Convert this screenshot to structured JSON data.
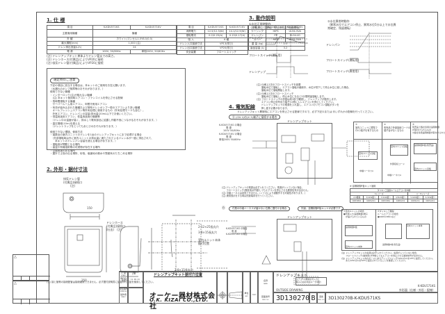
{
  "sections": {
    "spec": {
      "title": "1. 仕 様",
      "table_left": {
        "header": [
          "項 目",
          "K-KDU571KS",
          "K-KDU571KV"
        ],
        "rows": [
          [
            "主要適用機種",
            "機種",
            ""
          ],
          [
            "外 観",
            "ホワイト(マンセル1.5Y8.5/0.5)",
            ""
          ],
          [
            "最大揚程(mm)",
            "1,000 (注)",
            ""
          ],
          [
            "ドレン排出流量(L/h)",
            "24",
            ""
          ],
          [
            "電 源",
            "100V, 50/60Hz",
            "単相200V, 50/60Hz"
          ]
        ]
      },
      "table_mid": {
        "header": [
          "項 目",
          "K-KDU571KS",
          "K-KDU571KV"
        ],
        "rows": [
          [
            "消費電力",
            "12.5/12.3(W)",
            "14.1/12.9(W)"
          ],
          [
            "運転電流",
            "0.2/0.25(A)",
            "0.15/0.17(A)"
          ],
          [
            "吸 入",
            "6 種",
            ""
          ],
          [
            "ドレン入口接続寸法",
            "VP13(呼び)",
            ""
          ],
          [
            "ドレン出口接続寸法",
            "VP20(呼び)",
            ""
          ],
          [
            "安全装置",
            "フロートスイッチ",
            ""
          ]
        ]
      },
      "table_right": {
        "header": [
          "項 目",
          "K-KDU571KS",
          "K-KDU571KV"
        ],
        "rows": [
          [
            "ケーシング",
            "HIPS",
            "UL94-5VA"
          ],
          [
            "ドレンパン",
            "PP",
            "UL94-V0"
          ],
          [
            "カバー",
            "HIPS",
            "UL94-5VA"
          ],
          [
            "重 量 (kg)",
            "2.5",
            ""
          ],
          [
            "製品容量 (L)",
            "3.2",
            ""
          ]
        ]
      },
      "notes": [
        "(注) ドレンアップキット単体よりドレン管までの高さ。",
        "(注) ドレンホース(付属品)によりVP20に接続",
        "(注) 吸気ドレン管(付属品)によりVP20に接続"
      ]
    },
    "caution": {
      "title": "選定時のご注意",
      "lines": [
        "下記の項目に該当する場合は、本キットのご使用をお控え願います。",
        "（水漏れのポンプ故障等のおそれがあります。）",
        "使用できない機種",
        "・インターロック(注)が取れない機種",
        "　(注) 本キット使用時エアコン・ファンコイルを停止させる配線",
        "・長時間運転する機種",
        "　サーバールーム用エアコン、年間冷房用エアコン",
        "・気流が組み込まれた機種および常時ドレンポンプ一般のエアコンより多い機種",
        "　オールフレッシュエアコン等外気処理に使用するもの（外気処理モードも含む）。",
        "　外気エアコン、ドレンパンの容量(排水量)20mL以下でお使いください。",
        "・低温用途用エアコン、低温用途用の機器等",
        "　（ドレン中の温度が高く、排水して電気部品に結露し作動不良につながるおそれがあります。）",
        "・高圧揚程(10m)を超える",
        "　（ドレントラップをとってもあとびのおそれがあります。）",
        "使用できない環境、使用方法",
        "・複数台の室内ユニットのドレンを1台のドレンアップキットにまで処理する場合",
        "　（外部運転時は外に室内ユニットの排水量に満たされているドレン水が一度に排出されて、",
        "　　本キットのドレンパン容量を超える場合があります。）",
        "・運転音が問題となる場所",
        "・高温や有機溶剤等の可燃物が存在する場所",
        "・空調用途のある場所",
        "・屋外で土埃の出る場所、砂埃、塩害地の廃水や雰囲気のたちこめる場所"
      ]
    },
    "outline": {
      "title": "2. 外形・据付寸法",
      "labels": {
        "inlet_drain": [
          "排気ドレン管",
          "(付属品)接続口",
          "(注)"
        ],
        "drain_hose": [
          "ドレンホース",
          "(付属品)接続口",
          "(吐出)　(注)"
        ],
        "dims": [
          "150",
          "250",
          "225",
          "155",
          "15",
          "43",
          "110"
        ],
        "holes": [
          "2-12×25長丸穴",
          "3-8×15長丸穴",
          "2-8×15長丸穴"
        ],
        "indoor_unit": [
          "室内ユニット本体",
          "据付位置"
        ],
        "mount_title": "ドレンアップキット据付穴位置"
      },
      "note": "(注) 接と管等の接続配管は接続継続できません。必ず据付説明書に記載の付属品を使用してください。"
    },
    "operation": {
      "title": "3. 動作説明",
      "chart1": {
        "title": "①水位正常時動作",
        "subtitle": "（運転水位で運転、停止水位で残留運転）",
        "levels": [
          "運転水位",
          "停止水位"
        ],
        "rows": [
          "ドレンパン",
          "フロートスイッチ(運転用)",
          "ドレンアップ"
        ],
        "on_off": [
          "ON",
          "OFF"
        ]
      },
      "chart2": {
        "title": "②水位異常時動作",
        "subtitle": "（異常水位でエアコン停止、異常水位5分以上で水位異常確定、残留運転）",
        "levels": [
          "異常水位",
          "正常水位",
          "運転水位",
          "停止水位"
        ],
        "rows": [
          "ドレンパン",
          "フロートスイッチ(運転用)",
          "フロートスイッチ(異常用)"
        ],
        "annotation": [
          "エアコン停止",
          "異常出力",
          "5分"
        ]
      },
      "notes": [
        "(注) 仕様上2次のフロートスイッチを設置",
        "　　運転水位で運転し、エアコン運転の継続中、水位が低下して停止水位に達した場合、",
        "　　運転水位で運転開始します。",
        "(注) 仕様上2次のフロートスイッチ",
        "　　運転水位で運転し、停止水位になると5分間残留運転します。",
        "(注) フロートスイッチの作動は約3秒で確認し、ドレンアップが動作します。",
        "　　エアコン停止信号出力端子(1)間に入レエアコンを停止してください。",
        "　　ドレンアップキットの電源を入れ直し、エアコンのリモコン運転ボタンを",
        "　　押し直す必要があります。"
      ]
    },
    "wiring": {
      "title": "4. 電気配線",
      "intro": "ドレンアップキット異常時にエアコンを停止させる配線ですので、必ず下記Ⓐまたは Ⓑいずれかの配線を行ってください。",
      "case_a": {
        "label": "Ⓐ",
        "title": "(CN 1)の(X 3)端子に接続する場合",
        "kit_label": "ドレンアップキット",
        "left_labels": [
          "K-KDU571KS の場合",
          "電 源",
          "100V 50/60Hz",
          "K-KDU571KV の場合",
          "電 源",
          "単相200V 50/60Hz"
        ],
        "parts": [
          "電源プラグ",
          "電源コード(付属品)",
          "内部コネクタ",
          "プリント基板",
          "フロートスイッチ",
          "ドレンアップ",
          "接地線",
          "中継ハーネス(付属品)",
          "エアコン停止信号出力"
        ],
        "panels": [
          {
            "num": "①",
            "text": [
              "室内ユニットに標準で",
              "CN 2端子を有するもの"
            ],
            "labels": [
              "室内ユニット基板",
              "端子台(CN 2)",
              "中継ハーネスA",
              "(付属品)"
            ]
          },
          {
            "num": "②",
            "text": [
              "別売品で外部接続コードの",
              "端子台がなくるもの"
            ],
            "labels": [
              "室内ユニット基板",
              "外部接続コード",
              "端子台(CN 2)",
              "中継ハーネスA",
              "(付属品)"
            ]
          },
          {
            "num": "③",
            "text": [
              "別売品で各社専用の遠隔制御",
              "が取付けられるもの",
              "※各社専用遠隔制御が取付けられた後",
              "　あなたの接続が必要です。"
            ],
            "labels": [
              "遠隔制御P板(別売品)",
              "中継ハーネスA",
              "(付属品)",
              "室内ユニット基板"
            ]
          }
        ],
        "notes": [
          "(注) ドレンアップキットの電源は必ず入れてください。電源が入っていない場合、",
          "　　フロートスイッチ(異常用)が作動してもエアコンを停止させる異常信号が出ません。",
          "(注) 中継ハーネスは延長できません。(ノイズにより誤動作する可能性があります。)",
          "(注) 異常表示をする時は別途端末を行ってください。"
        ]
      },
      "adapter_table": {
        "title": "※ 遠隔制御P板キット適用",
        "group_header": "ダイキン工業製ルームエアコン室内機",
        "sub_headers": [
          "Sシリーズ",
          "C・Hシリーズ"
        ],
        "ranges": [
          "2/3機種",
          "3/4kW級～",
          "3.5kW級～",
          "4/5kW級～",
          "5.6kW級～",
          "6.3kW級～"
        ],
        "models": [
          "KRP1B61",
          "KRP4A51",
          "KRP1B61",
          "KRP4A51",
          "KRP4A51",
          "KRP4A51"
        ]
      },
      "case_b": {
        "label": "Ⓑ",
        "title": "付属の中継ハーネスが届かない位置に据付ける場合",
        "subtitle": "別途、遠隔制御P板キットが必要です",
        "kit_label": "ドレンアップキット",
        "panels": [
          {
            "text": [
              "③室内ユニットの場合",
              "●外部入力(遠隔制御)端子",
              "　が設けられているもの"
            ],
            "labels": [
              "遠隔制御P板",
              "(付属品)",
              "室内ユニット本体"
            ]
          },
          {
            "text": [
              "⑧ダイキン工業製",
              "ルームエアコンの場合",
              "●KRP413B61など"
            ],
            "labels": [
              "遠隔制御P板(別売品)",
              "KRP413B61など",
              "室内ユニット本体"
            ]
          }
        ],
        "box_note": [
          "エアコンの異常信号入力",
          "端子に接続(別途ユーザ手配)"
        ],
        "notes": [
          "(注) ドレンアップキットの電源は必ず入れてください。電源が入っていない場合、",
          "　　フロートスイッチ(異常用)が作動してもエアコンを停止させる異常信号が出ません。",
          "(注) ドレンアップキット内のボードにあるディップスイッチ(SW1の2)をOFFに設定してください。",
          "　　また(SW1の1)がOFFに設定されていることを確認してください。"
        ]
      }
    }
  },
  "title_block": {
    "scale_label": "尺 度",
    "scale_sub": "SCALE",
    "scale_value": "/Ⅲ",
    "date_label": "発行日",
    "date_sub": "DATE",
    "date_value": "11. 06. 24",
    "order_label": "受注番号",
    "order_sub": "ORDER NO.",
    "drawn_label": "製作者",
    "drawn_sub": "DRAFT",
    "company_jp": "オーケー器材株式会社",
    "company_en": "O.K. KIZAI CO.,LTD.",
    "unit_label": "単位",
    "unit_sub": "UNIT",
    "unit_value": "mm",
    "name_label": "名称",
    "name_sub": "NAME",
    "product_name": "ドレンアップキット",
    "drawing_type": "OUTSIDE DRAWING",
    "model": "K-KDU571KS",
    "drawing_desc": "外形図（仕様・外形・配線）",
    "dwg_no_label": "図面番号",
    "dwg_no_sub": "DWG. NO.",
    "dwg_no": "3D130270",
    "revision": "B",
    "ref_label": "図番",
    "ref_sub": "DWG. NO.",
    "ref_no": "3D130270B-K-KDU571KS"
  },
  "revision_marks": [
    "△",
    "△"
  ]
}
